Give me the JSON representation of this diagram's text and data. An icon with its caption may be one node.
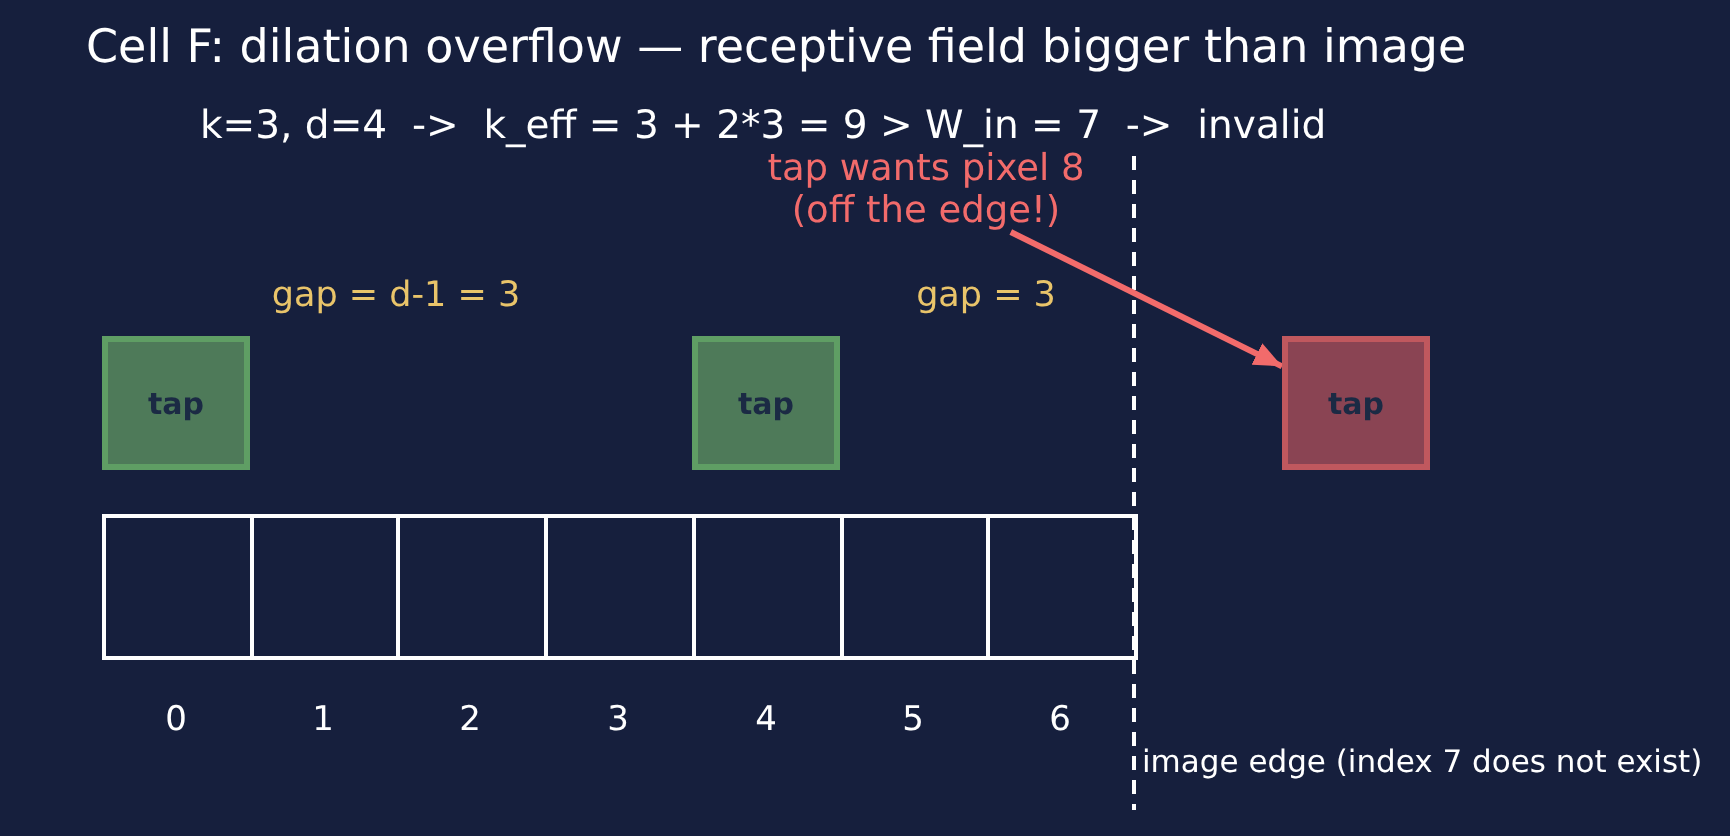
{
  "diagram": {
    "title": "Cell F: dilation overflow — receptive field bigger than image",
    "nodes": [
      {
        "text": [
          "tap wants pixel 8 (off the edge!)"
        ]
      },
      {
        "text": [
          "tap"
        ]
      },
      {
        "text": [
          "tap"
        ]
      },
      {
        "text": [
          "tap"
        ]
      },
      {
        "text": [],
        "shape": "box",
        "beside": [
          "0"
        ]
      },
      {
        "text": [],
        "shape": "box",
        "beside": [
          "1"
        ]
      },
      {
        "text": [],
        "shape": "box",
        "beside": [
          "2"
        ]
      },
      {
        "text": [],
        "shape": "box",
        "beside": [
          "3"
        ]
      },
      {
        "text": [],
        "shape": "box",
        "beside": [
          "4"
        ]
      },
      {
        "text": [],
        "shape": "box",
        "beside": [
          "5"
        ]
      },
      {
        "text": [],
        "shape": "box",
        "beside": [
          "6"
        ]
      }
    ],
    "edges": [
      {
        "from": 0,
        "to": 3,
        "arrow": "to",
        "color": "#f26b6b"
      }
    ],
    "labels": [
      "k=3, d=4  ->  k_eff = 3 + 2*3 = 9 > W_in = 7  ->  invalid",
      "gap = d-1 = 3",
      "gap = 3",
      "image edge (index 7 does not exist)"
    ]
  }
}
